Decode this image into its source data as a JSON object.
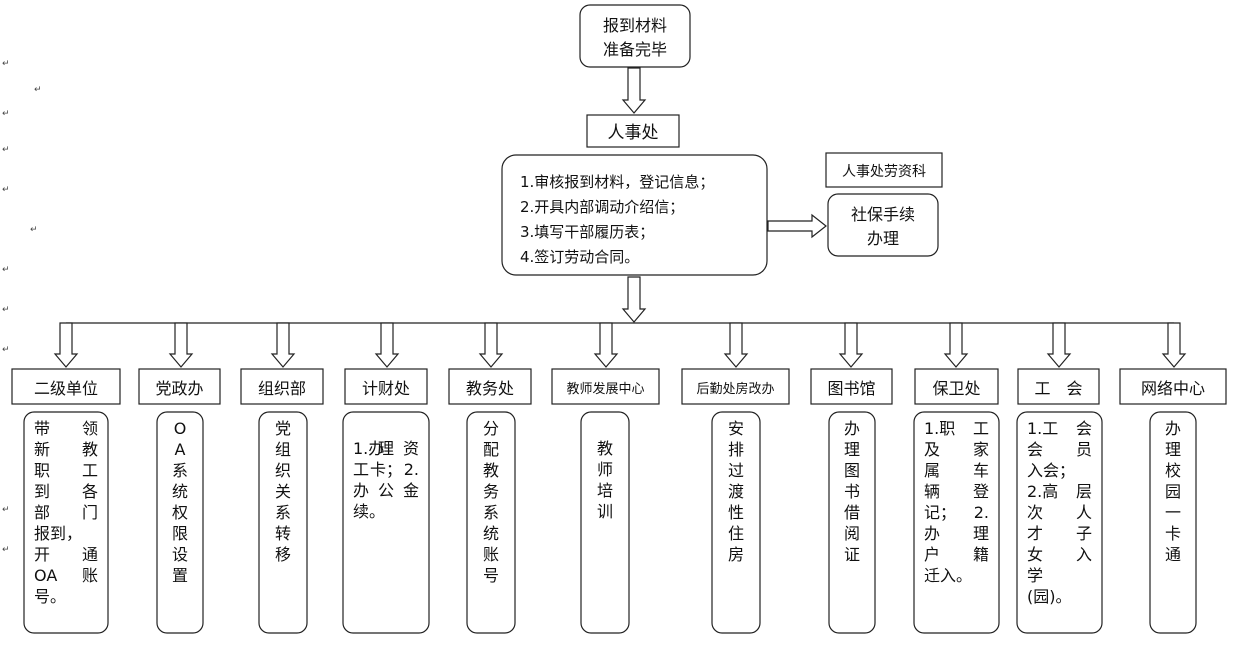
{
  "top": {
    "line1": "报到材料",
    "line2": "准备完毕"
  },
  "hr": {
    "label": "人事处"
  },
  "hr_tasks": [
    "1.审核报到材料，登记信息；",
    "2.开具内部调动介绍信；",
    "3.填写干部履历表；",
    "4.签订劳动合同。"
  ],
  "labor": {
    "label": "人事处劳资科"
  },
  "social": {
    "line1": "社保手续",
    "line2": "办理"
  },
  "departments": [
    {
      "name": "二级单位",
      "task": [
        [
          "带",
          "领"
        ],
        [
          "新",
          "教"
        ],
        [
          "职",
          "工"
        ],
        [
          "到",
          "各"
        ],
        [
          "部",
          "门"
        ],
        [
          "报到，",
          ""
        ],
        [
          "开",
          "通"
        ],
        [
          "OA",
          "账"
        ],
        [
          "号。",
          ""
        ]
      ]
    },
    {
      "name": "党政办",
      "task": [
        [
          "O"
        ],
        [
          "A"
        ],
        [
          "系"
        ],
        [
          "统"
        ],
        [
          "权"
        ],
        [
          "限"
        ],
        [
          "设"
        ],
        [
          "置"
        ]
      ]
    },
    {
      "name": "组织部",
      "task": [
        [
          "党"
        ],
        [
          "组"
        ],
        [
          "织"
        ],
        [
          "关"
        ],
        [
          "系"
        ],
        [
          "转"
        ],
        [
          "移"
        ]
      ]
    },
    {
      "name": "计财处",
      "task": [
        [
          "1.办",
          "理",
          "资"
        ],
        [
          "工",
          "卡；",
          "2."
        ],
        [
          "办",
          "公",
          "金"
        ],
        [
          "续。",
          ""
        ]
      ]
    },
    {
      "name": "教务处",
      "task": [
        [
          "分"
        ],
        [
          "配"
        ],
        [
          "教"
        ],
        [
          "务"
        ],
        [
          "系"
        ],
        [
          "统"
        ],
        [
          "账"
        ],
        [
          "号"
        ]
      ]
    },
    {
      "name": "教师发展中心",
      "task": [
        [
          "教"
        ],
        [
          "师"
        ],
        [
          "培"
        ],
        [
          "训"
        ]
      ]
    },
    {
      "name": "后勤处房改办",
      "task": [
        [
          "安"
        ],
        [
          "排"
        ],
        [
          "过"
        ],
        [
          "渡"
        ],
        [
          "性"
        ],
        [
          "住"
        ],
        [
          "房"
        ]
      ]
    },
    {
      "name": "图书馆",
      "task": [
        [
          "办"
        ],
        [
          "理"
        ],
        [
          "图"
        ],
        [
          "书"
        ],
        [
          "借"
        ],
        [
          "阅"
        ],
        [
          "证"
        ]
      ]
    },
    {
      "name": "保卫处",
      "task": [
        [
          "1.职",
          "工"
        ],
        [
          "及",
          "家"
        ],
        [
          "属",
          "车"
        ],
        [
          "辆",
          "登"
        ],
        [
          "记；",
          "2."
        ],
        [
          "办",
          "理"
        ],
        [
          "户",
          "籍"
        ],
        [
          "迁入。",
          ""
        ]
      ]
    },
    {
      "name": "工　会",
      "task": [
        [
          "1.工",
          "会"
        ],
        [
          "会",
          "员"
        ],
        [
          "入会；",
          ""
        ],
        [
          "2.高",
          "层"
        ],
        [
          "次",
          "人"
        ],
        [
          "才",
          "子"
        ],
        [
          "女",
          "入"
        ],
        [
          "学",
          ""
        ],
        [
          "(园)。",
          ""
        ]
      ]
    },
    {
      "name": "网络中心",
      "task": [
        [
          "办"
        ],
        [
          "理"
        ],
        [
          "校"
        ],
        [
          "园"
        ],
        [
          "一"
        ],
        [
          "卡"
        ],
        [
          "通"
        ]
      ]
    }
  ]
}
